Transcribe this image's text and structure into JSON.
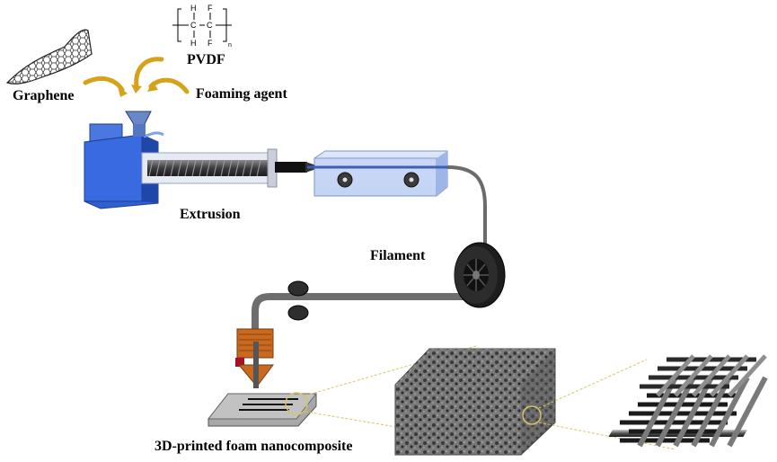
{
  "labels": {
    "graphene": "Graphene",
    "pvdf": "PVDF",
    "foaming_agent": "Foaming agent",
    "extrusion": "Extrusion",
    "filament": "Filament",
    "printed_foam": "3D-printed foam nanocomposite"
  },
  "pvdf_formula": {
    "h": "H",
    "c": "C",
    "f": "F",
    "n": "n"
  },
  "colors": {
    "extruder_blue": "#2f5fd0",
    "arrow_gold": "#d6a21a",
    "filament_gray": "#6b6b6b",
    "nozzle_orange": "#c8691f",
    "zoom_line": "#d8c46a"
  },
  "icons": [
    "graphene-sheet-icon",
    "curved-arrow-icon",
    "hopper-icon",
    "screw-icon",
    "roller-icon",
    "spool-icon",
    "nozzle-icon",
    "foam-block-icon",
    "lattice-icon"
  ]
}
